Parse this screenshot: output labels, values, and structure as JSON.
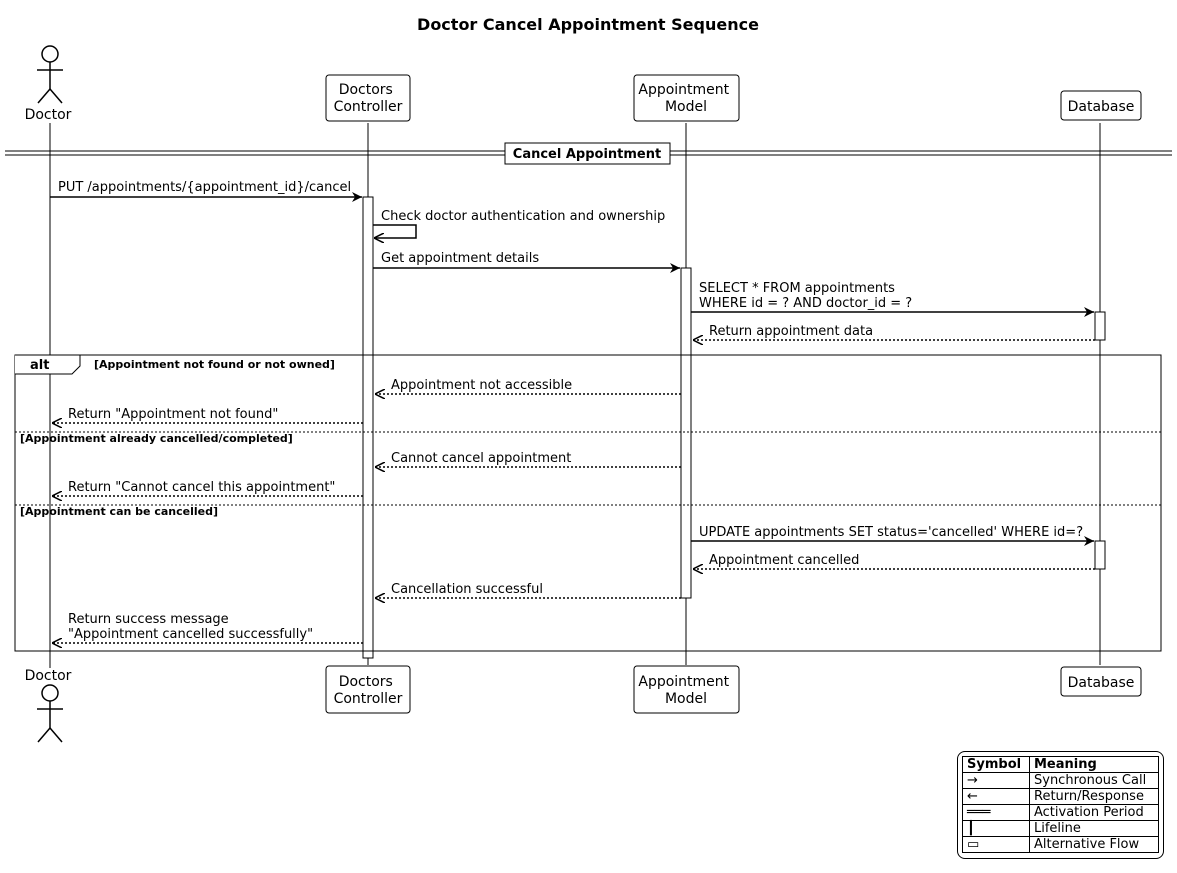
{
  "title": "Doctor Cancel Appointment Sequence",
  "participants": [
    {
      "id": "doctor",
      "label": "Doctor",
      "kind": "actor"
    },
    {
      "id": "controller",
      "label": "Doctors\nController",
      "kind": "box"
    },
    {
      "id": "model",
      "label": "Appointment\nModel",
      "kind": "box"
    },
    {
      "id": "db",
      "label": "Database",
      "kind": "box"
    }
  ],
  "section": "Cancel Appointment",
  "messages": [
    {
      "from": "doctor",
      "to": "controller",
      "text": "PUT /appointments/{appointment_id}/cancel",
      "style": "sync"
    },
    {
      "from": "controller",
      "to": "controller",
      "text": "Check doctor authentication and ownership",
      "style": "self"
    },
    {
      "from": "controller",
      "to": "model",
      "text": "Get appointment details",
      "style": "sync"
    },
    {
      "from": "model",
      "to": "db",
      "text": "SELECT * FROM appointments\nWHERE id = ? AND doctor_id = ?",
      "style": "sync"
    },
    {
      "from": "db",
      "to": "model",
      "text": "Return appointment data",
      "style": "return"
    },
    {
      "from": "model",
      "to": "controller",
      "text": "Appointment not accessible",
      "style": "return"
    },
    {
      "from": "controller",
      "to": "doctor",
      "text": "Return \"Appointment not found\"",
      "style": "return"
    },
    {
      "from": "model",
      "to": "controller",
      "text": "Cannot cancel appointment",
      "style": "return"
    },
    {
      "from": "controller",
      "to": "doctor",
      "text": "Return \"Cannot cancel this appointment\"",
      "style": "return"
    },
    {
      "from": "model",
      "to": "db",
      "text": "UPDATE appointments SET status='cancelled' WHERE id=?",
      "style": "sync"
    },
    {
      "from": "db",
      "to": "model",
      "text": "Appointment cancelled",
      "style": "return"
    },
    {
      "from": "model",
      "to": "controller",
      "text": "Cancellation successful",
      "style": "return"
    },
    {
      "from": "controller",
      "to": "doctor",
      "text": "Return success message\n\"Appointment cancelled successfully\"",
      "style": "return"
    }
  ],
  "alt": {
    "label": "alt",
    "conditions": [
      "[Appointment not found or not owned]",
      "[Appointment already cancelled/completed]",
      "[Appointment can be cancelled]"
    ]
  },
  "legend": {
    "headers": [
      "Symbol",
      "Meaning"
    ],
    "rows": [
      [
        "→",
        "Synchronous Call"
      ],
      [
        "←",
        "Return/Response"
      ],
      [
        "═══",
        "Activation Period"
      ],
      [
        "┃",
        "Lifeline"
      ],
      [
        "▭",
        "Alternative Flow"
      ]
    ]
  }
}
